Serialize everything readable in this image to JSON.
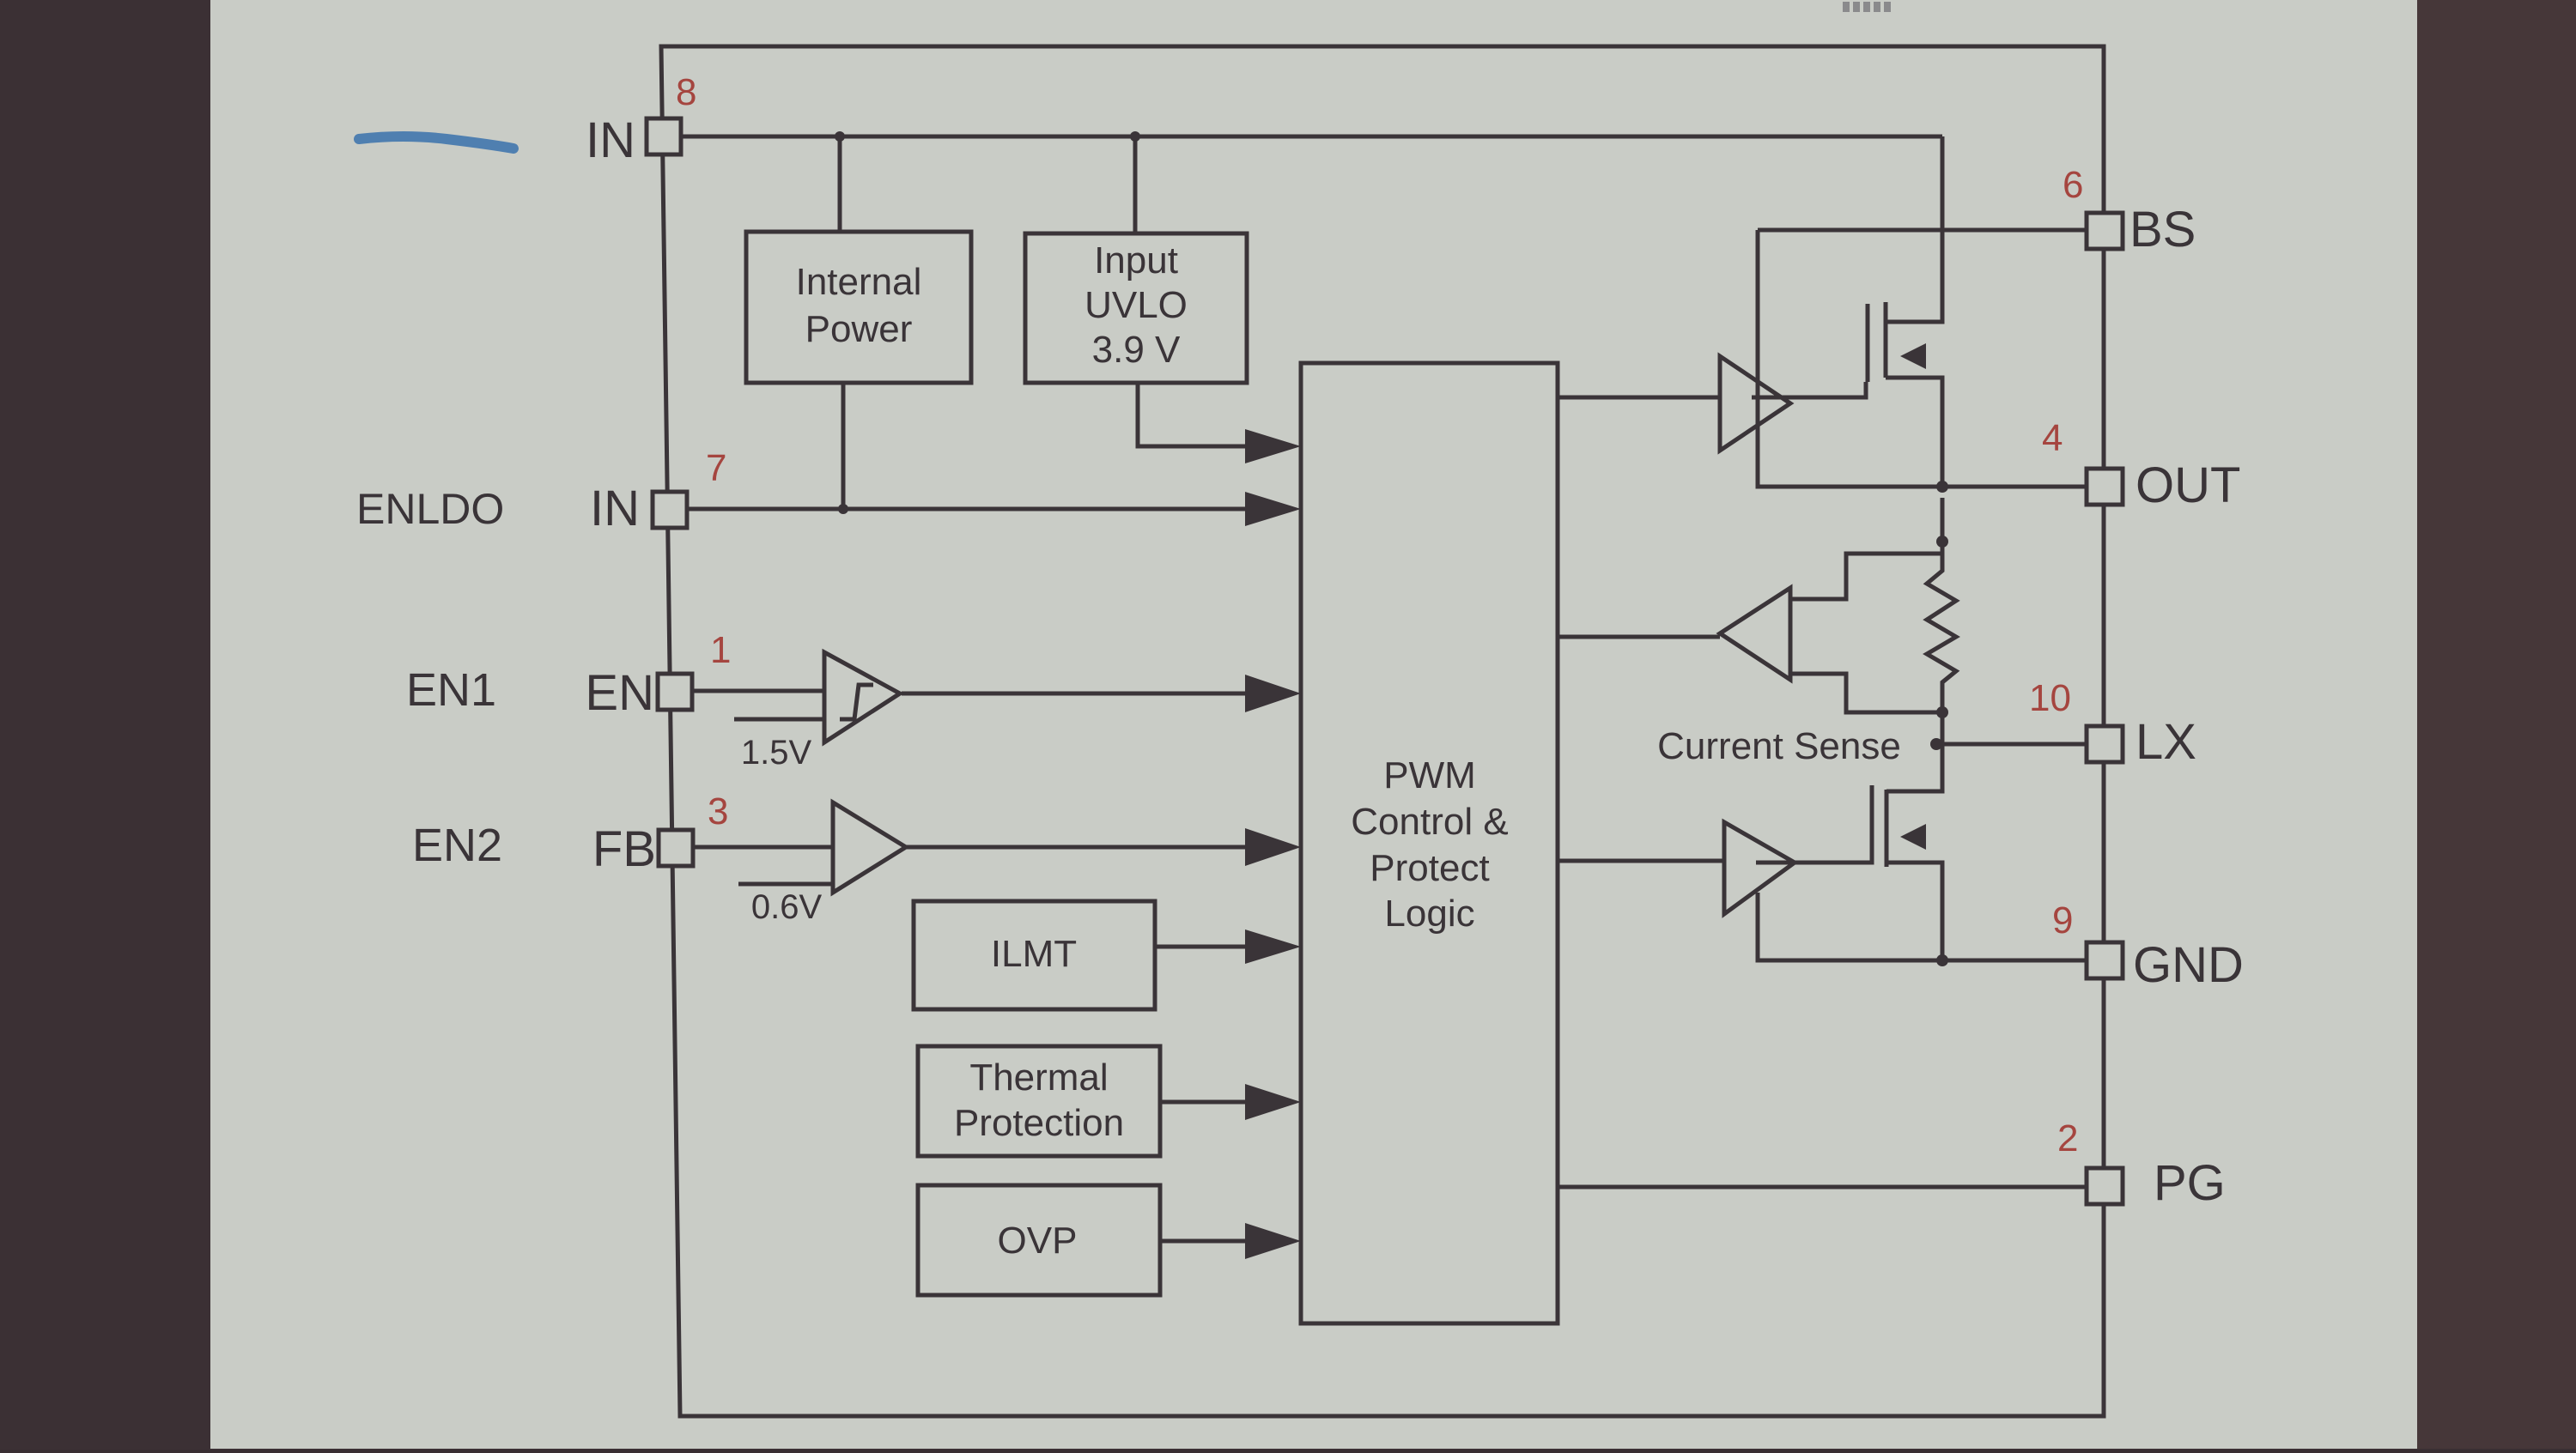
{
  "diagram": {
    "type": "block-diagram",
    "colors": {
      "screen": "#c9ccc6",
      "bezel_left": "#3b3034",
      "bezel_right": "#453538",
      "line": "#3a3438",
      "pin_number": "#a5453f",
      "marker": "#4f7fb0"
    },
    "left_pins": [
      {
        "id": "in8",
        "name": "IN",
        "number": "8",
        "external_label": ""
      },
      {
        "id": "in7",
        "name": "IN",
        "number": "7",
        "external_label": "ENLDO"
      },
      {
        "id": "en",
        "name": "EN",
        "number": "1",
        "external_label": "EN1"
      },
      {
        "id": "fb",
        "name": "FB",
        "number": "3",
        "external_label": "EN2"
      }
    ],
    "right_pins": [
      {
        "id": "bs",
        "name": "BS",
        "number": "6"
      },
      {
        "id": "out",
        "name": "OUT",
        "number": "4"
      },
      {
        "id": "lx",
        "name": "LX",
        "number": "10"
      },
      {
        "id": "gnd",
        "name": "GND",
        "number": "9"
      },
      {
        "id": "pg",
        "name": "PG",
        "number": "2"
      }
    ],
    "blocks": {
      "internal_power": [
        "Internal",
        "Power"
      ],
      "input_uvlo": [
        "Input",
        "UVLO",
        "3.9 V"
      ],
      "pwm": [
        "PWM",
        "Control &",
        "Protect",
        "Logic"
      ],
      "ilmt": [
        "ILMT"
      ],
      "thermal": [
        "Thermal",
        "Protection"
      ],
      "ovp": [
        "OVP"
      ]
    },
    "references": {
      "en_threshold": "1.5V",
      "fb_reference": "0.6V"
    },
    "current_sense_label": "Current Sense"
  }
}
